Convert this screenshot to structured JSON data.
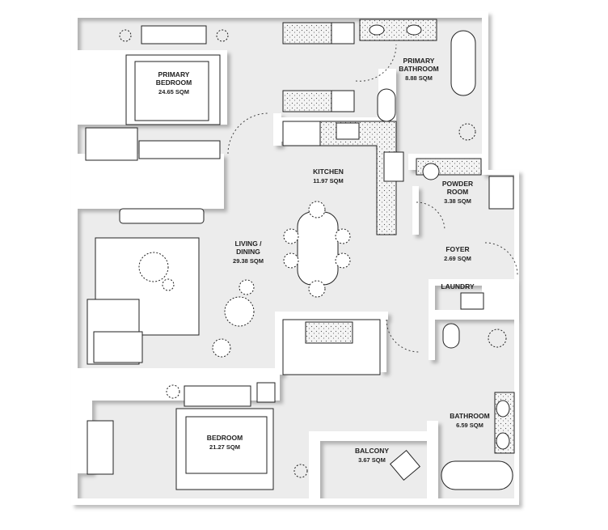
{
  "rooms": {
    "primary_bedroom": {
      "name_line1": "PRIMARY",
      "name_line2": "BEDROOM",
      "area": "24.65 SQM"
    },
    "primary_bathroom": {
      "name_line1": "PRIMARY",
      "name_line2": "BATHROOM",
      "area": "8.88 SQM"
    },
    "kitchen": {
      "name": "KITCHEN",
      "area": "11.97 SQM"
    },
    "powder_room": {
      "name_line1": "POWDER",
      "name_line2": "ROOM",
      "area": "3.38 SQM"
    },
    "foyer": {
      "name": "FOYER",
      "area": "2.69 SQM"
    },
    "living_dining": {
      "name_line1": "LIVING /",
      "name_line2": "DINING",
      "area": "29.38 SQM"
    },
    "laundry": {
      "name": "LAUNDRY"
    },
    "bathroom": {
      "name": "BATHROOM",
      "area": "6.59 SQM"
    },
    "bedroom": {
      "name": "BEDROOM",
      "area": "21.27 SQM"
    },
    "balcony": {
      "name": "BALCONY",
      "area": "3.67 SQM"
    }
  },
  "colors": {
    "floor": "#ececec",
    "wall": "#ffffff",
    "line": "#222222"
  }
}
